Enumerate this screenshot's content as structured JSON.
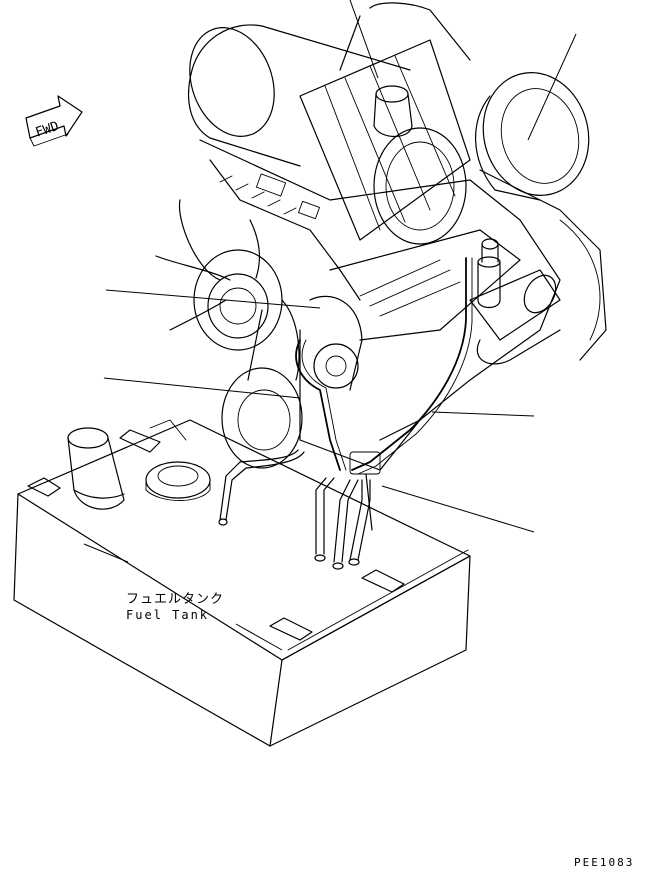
{
  "labels": {
    "fwd": "FWD",
    "tank_jp": "フュエルタンク",
    "tank_en": "Fuel Tank",
    "drawing_code": "PEE1083"
  },
  "icons": {
    "fwd_arrow": "forward-arrow-icon"
  },
  "colors": {
    "line": "#000000",
    "background": "#ffffff"
  }
}
